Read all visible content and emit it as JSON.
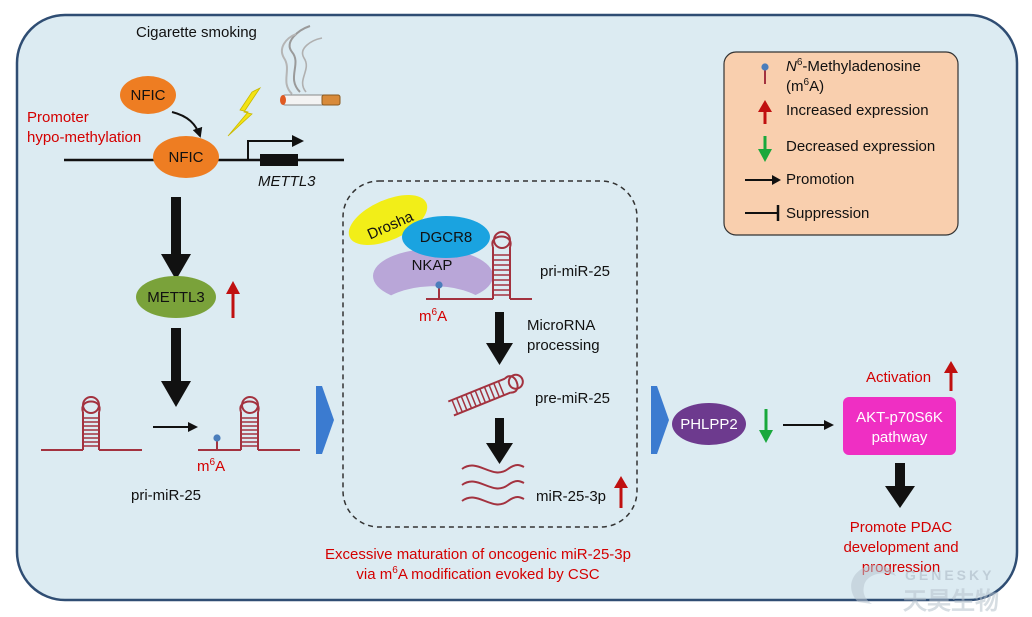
{
  "colors": {
    "panel_bg": "#dcebf2",
    "panel_border": "#2f4d73",
    "legend_bg": "#f9cfae",
    "red_text": "#d40000",
    "nfic": "#ee7d22",
    "mettl3": "#7aa23a",
    "drosha": "#f2ee18",
    "dgcr8": "#1aa3e0",
    "nkap": "#b9a6d8",
    "phlpp2": "#6d3a8e",
    "akt": "#ef2fc3",
    "rna": "#a3323f",
    "m6a_dot": "#4a7dbb",
    "chevron": "#3b7bd0",
    "up_arrow": "#c01010",
    "down_arrow": "#19a83c"
  },
  "icons": [
    "cigarette-icon",
    "lightning-icon",
    "up-arrow-icon",
    "down-arrow-icon",
    "promotion-arrow-icon",
    "suppression-bar-icon",
    "m6a-pin-icon",
    "chevron-arrow-icon",
    "hairpin-rna-icon"
  ],
  "labels": {
    "cigarette": "Cigarette smoking",
    "promoter_line1": "Promoter",
    "promoter_line2": "hypo-methylation",
    "nfic": "NFIC",
    "mettl3_gene": "METTL3",
    "mettl3_protein": "METTL3",
    "m6a": "m",
    "m6a_sup": "6",
    "m6a_tail": "A",
    "pri_mir25": "pri-miR-25",
    "drosha": "Drosha",
    "dgcr8": "DGCR8",
    "nkap": "NKAP",
    "microrna_line1": "MicroRNA",
    "microrna_line2": "processing",
    "pre_mir25": "pre-miR-25",
    "mir25_3p": "miR-25-3p",
    "phlpp2": "PHLPP2",
    "activation": "Activation",
    "akt_line1": "AKT-p70S6K",
    "akt_line2": "pathway",
    "pdac_line1": "Promote PDAC",
    "pdac_line2": "development and",
    "pdac_line3": "progression",
    "caption_line1": "Excessive maturation of oncogenic miR-25-3p",
    "caption_line2_a": "via m",
    "caption_line2_sup": "6",
    "caption_line2_b": "A modification evoked by CSC"
  },
  "legend": {
    "n6_italic": "N",
    "n6_sup": "6",
    "n6_rest": "-Methyladenosine",
    "m6a_open": "(m",
    "m6a_sup": "6",
    "m6a_close": "A)",
    "increased": "Increased expression",
    "decreased": "Decreased expression",
    "promotion": "Promotion",
    "suppression": "Suppression"
  },
  "watermark": {
    "brand": "GENESKY",
    "chinese": "天昊生物"
  }
}
